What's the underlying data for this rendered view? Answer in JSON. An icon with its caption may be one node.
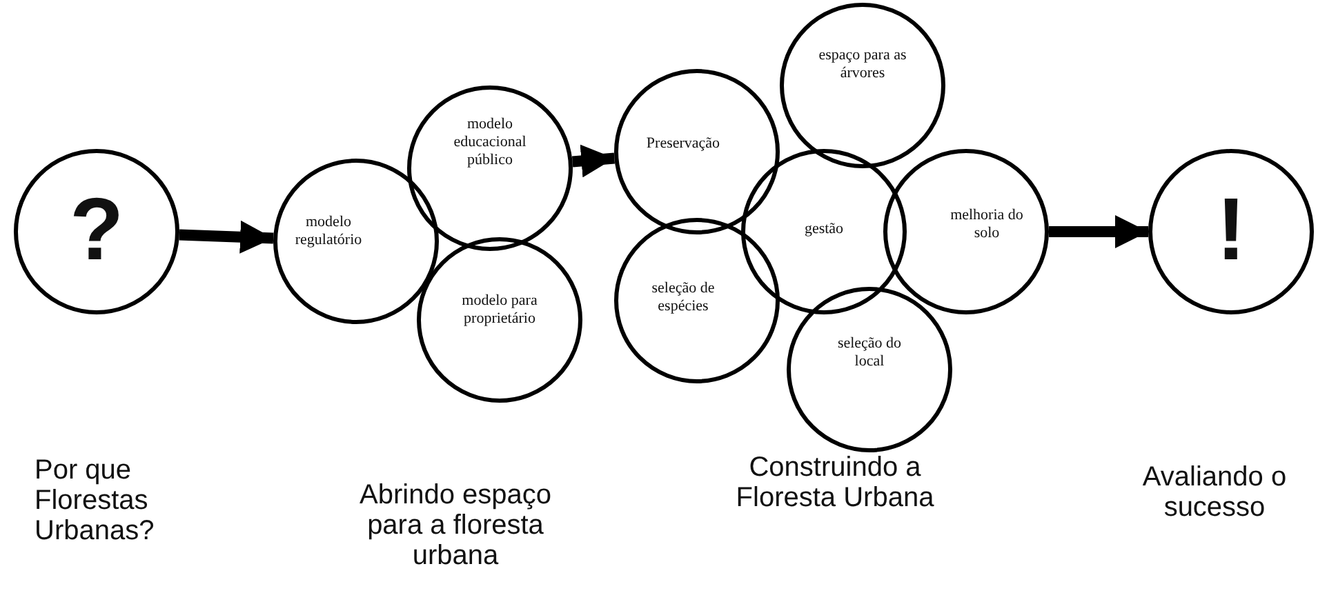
{
  "diagram": {
    "nodes": [
      {
        "text": [
          "?"
        ]
      },
      {
        "text": [
          "modelo regulatório"
        ]
      },
      {
        "text": [
          "modelo educacional público"
        ]
      },
      {
        "text": [
          "modelo para proprietário"
        ]
      },
      {
        "text": [
          "Preservação"
        ]
      },
      {
        "text": [
          "espaço para as árvores"
        ]
      },
      {
        "text": [
          "gestão"
        ]
      },
      {
        "text": [
          "melhoria do solo"
        ]
      },
      {
        "text": [
          "seleção de espécies"
        ]
      },
      {
        "text": [
          "seleção do local"
        ]
      },
      {
        "text": [
          "!"
        ]
      }
    ],
    "edges": [
      {
        "from": 0,
        "to": 1,
        "arrow": "to"
      },
      {
        "from": 2,
        "to": 4,
        "arrow": "to"
      },
      {
        "from": 7,
        "to": 10,
        "arrow": "to"
      }
    ],
    "labels": [
      "Por que Florestas Urbanas?",
      "Abrindo espaço para a floresta urbana",
      "Construindo a Floresta Urbana",
      "Avaliando o sucesso"
    ]
  }
}
